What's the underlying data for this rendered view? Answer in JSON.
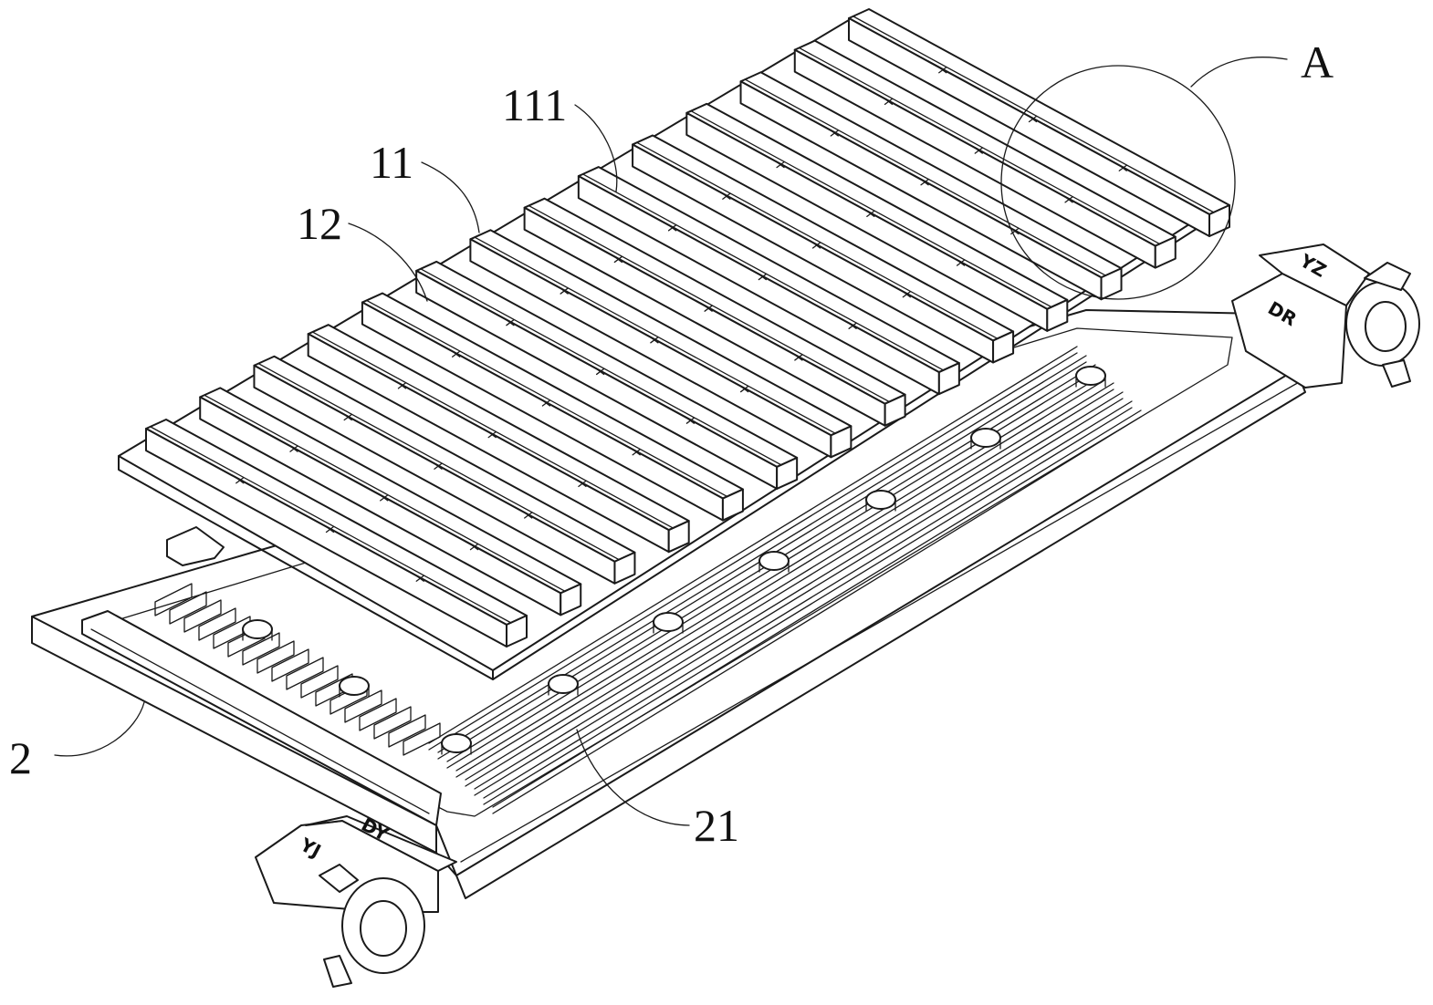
{
  "figure": {
    "labels": [
      {
        "id": "A",
        "text": "A"
      },
      {
        "id": "111",
        "text": "111"
      },
      {
        "id": "11",
        "text": "11"
      },
      {
        "id": "12",
        "text": "12"
      },
      {
        "id": "2",
        "text": "2"
      },
      {
        "id": "21",
        "text": "21"
      }
    ],
    "stamps": [
      {
        "id": "port-right-top",
        "text": "YZ"
      },
      {
        "id": "port-right-bottom",
        "text": "DR"
      },
      {
        "id": "port-left-a",
        "text": "YJ"
      },
      {
        "id": "port-left-b",
        "text": "DY"
      }
    ]
  },
  "colors": {
    "line": "#1a1a1a",
    "background": "#ffffff"
  }
}
